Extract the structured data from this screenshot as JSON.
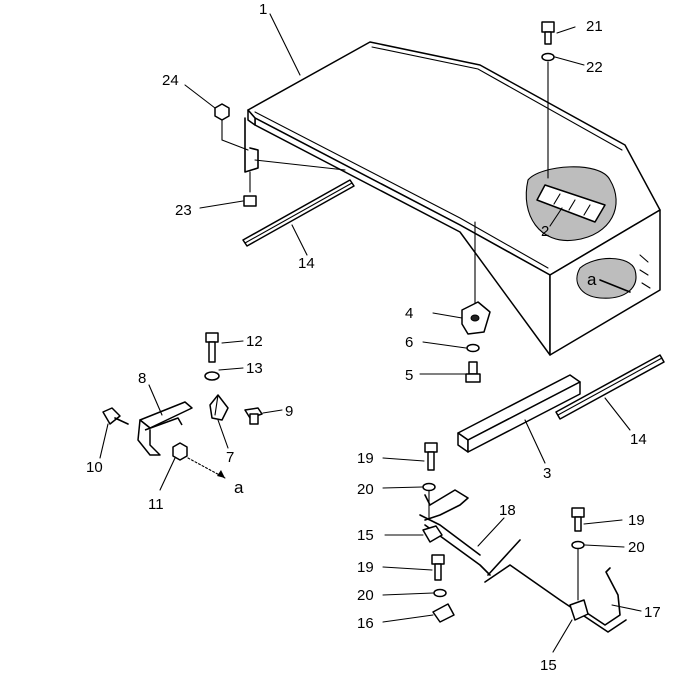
{
  "labels": {
    "p1": "1",
    "p2": "2",
    "p3": "3",
    "p4": "4",
    "p5": "5",
    "p6": "6",
    "p7": "7",
    "p8": "8",
    "p9": "9",
    "p10": "10",
    "p11": "11",
    "p12": "12",
    "p13": "13",
    "p14a": "14",
    "p14b": "14",
    "p15a": "15",
    "p15b": "15",
    "p16": "16",
    "p17": "17",
    "p18": "18",
    "p19a": "19",
    "p19b": "19",
    "p19c": "19",
    "p20a": "20",
    "p20b": "20",
    "p20c": "20",
    "p21": "21",
    "p22": "22",
    "p23": "23",
    "p24": "24",
    "ref_a1": "a",
    "ref_a2": "a"
  }
}
